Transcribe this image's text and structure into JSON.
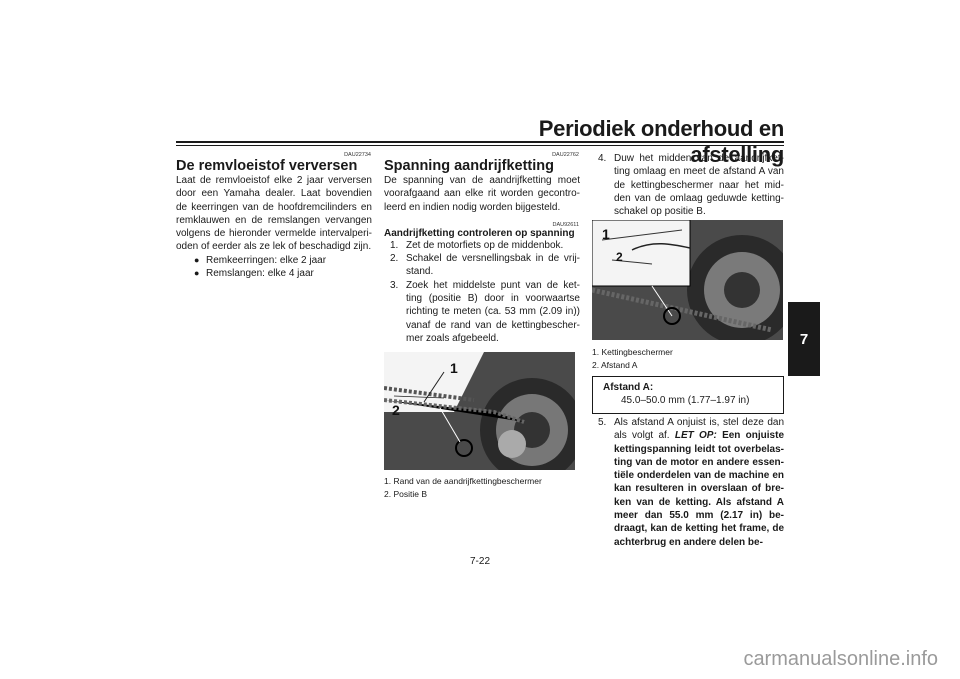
{
  "header": {
    "title": "Periodiek onderhoud en afstelling"
  },
  "chapter_tab": "7",
  "left_col": {
    "code": "DAU22734",
    "title": "De remvloeistof verversen",
    "para": "Laat de remvloeistof elke 2 jaar verversen door een Yamaha dealer. Laat bovendien de keerringen van de hoofdremcilinders en remklauwen en de remslangen vervangen volgens de hieronder vermelde intervalperi-oden of eerder als ze lek of beschadigd zijn.",
    "bullets": [
      "Remkeerringen: elke 2 jaar",
      "Remslangen: elke 4 jaar"
    ]
  },
  "mid_col": {
    "code1": "DAU22762",
    "title": "Spanning aandrijfketting",
    "para": "De spanning van de aandrijfketting moet voorafgaand aan elke rit worden gecontro-leerd en indien nodig worden bijgesteld.",
    "code2": "DAU92611",
    "subtitle": "Aandrijfketting controleren op spanning",
    "steps": [
      {
        "n": "1.",
        "t": "Zet de motorfiets op de middenbok."
      },
      {
        "n": "2.",
        "t": "Schakel de versnellingsbak in de vrij-stand."
      },
      {
        "n": "3.",
        "t": "Zoek het middelste punt van de ket-ting (positie B) door in voorwaartse richting te meten (ca. 53 mm (2.09 in)) vanaf de rand van de kettingbescher-mer zoals afgebeeld."
      }
    ],
    "callouts": [
      "1",
      "2"
    ],
    "captions": [
      "1. Rand van de aandrijfkettingbeschermer",
      "2. Positie B"
    ]
  },
  "right_col": {
    "step4": {
      "n": "4.",
      "t": "Duw het midden van de aandrijfket-ting omlaag en meet de afstand A van de kettingbeschermer naar het mid-den van de omlaag geduwde ketting-schakel op positie B."
    },
    "callouts": [
      "1",
      "2"
    ],
    "captions": [
      "1. Kettingbeschermer",
      "2. Afstand A"
    ],
    "spec_label": "Afstand A:",
    "spec_value": "45.0–50.0 mm (1.77–1.97 in)",
    "step5_n": "5.",
    "step5_plain": "Als afstand A onjuist is, stel deze dan als volgt af.",
    "step5_letop": "LET OP:",
    "step5_bold": "Een onjuiste kettingspanning leidt tot overbelas-ting van de motor en andere essen-tiële onderdelen van de machine en kan resulteren in overslaan of bre-ken van de ketting. Als afstand A meer dan 55.0 mm (2.17 in) be-draagt, kan de ketting het frame, de achterbrug en andere delen be-"
  },
  "page_number": "7-22",
  "watermark": "carmanualsonline.info"
}
